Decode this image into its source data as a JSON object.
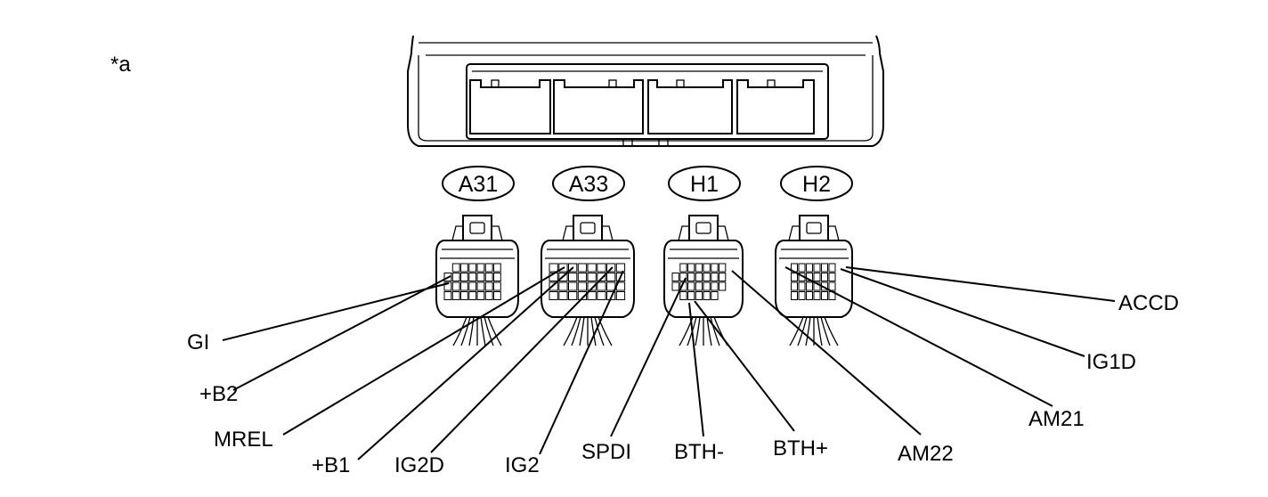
{
  "figure_tag": "*a",
  "connectors": [
    {
      "id": "A31"
    },
    {
      "id": "A33"
    },
    {
      "id": "H1"
    },
    {
      "id": "H2"
    }
  ],
  "terminals": [
    {
      "label": "GI",
      "connector": "A31"
    },
    {
      "label": "+B2",
      "connector": "A31"
    },
    {
      "label": "MREL",
      "connector": "A33"
    },
    {
      "label": "+B1",
      "connector": "A33"
    },
    {
      "label": "IG2D",
      "connector": "A33"
    },
    {
      "label": "IG2",
      "connector": "A33"
    },
    {
      "label": "SPDI",
      "connector": "H1"
    },
    {
      "label": "BTH-",
      "connector": "H1"
    },
    {
      "label": "BTH+",
      "connector": "H1"
    },
    {
      "label": "AM22",
      "connector": "H1"
    },
    {
      "label": "AM21",
      "connector": "H2"
    },
    {
      "label": "IG1D",
      "connector": "H2"
    },
    {
      "label": "ACCD",
      "connector": "H2"
    }
  ],
  "colors": {
    "line": "#000000",
    "background": "#ffffff"
  }
}
